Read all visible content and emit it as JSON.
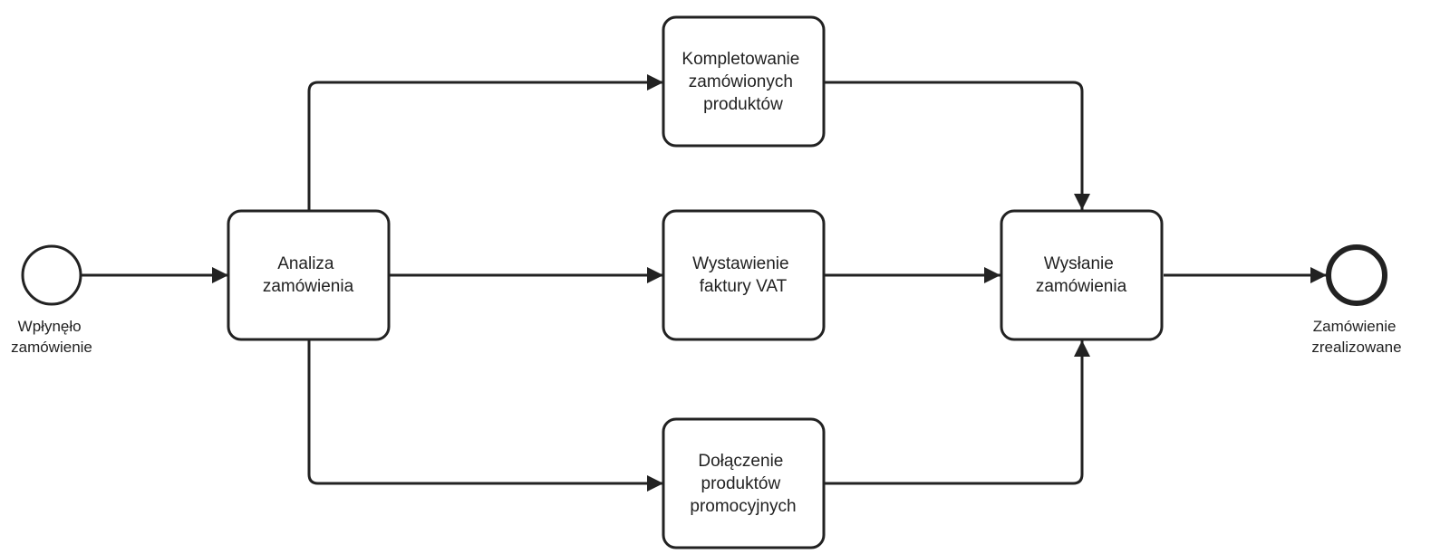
{
  "events": {
    "start": {
      "label_lines": [
        "Wpłynęło",
        "zamówienie"
      ]
    },
    "end": {
      "label_lines": [
        "Zamówienie",
        "zrealizowane"
      ]
    }
  },
  "tasks": {
    "analiza": {
      "label_lines": [
        "Analiza",
        "zamówienia"
      ]
    },
    "kompletowanie": {
      "label_lines": [
        "Kompletowanie",
        "zamówionych",
        "produktów"
      ]
    },
    "faktura": {
      "label_lines": [
        "Wystawienie",
        "faktury VAT"
      ]
    },
    "dolaczenie": {
      "label_lines": [
        "Dołączenie",
        "produktów",
        "promocyjnych"
      ]
    },
    "wyslanie": {
      "label_lines": [
        "Wysłanie",
        "zamówienia"
      ]
    }
  },
  "colors": {
    "stroke": "#222222",
    "fill": "#ffffff",
    "background": "#ffffff"
  }
}
